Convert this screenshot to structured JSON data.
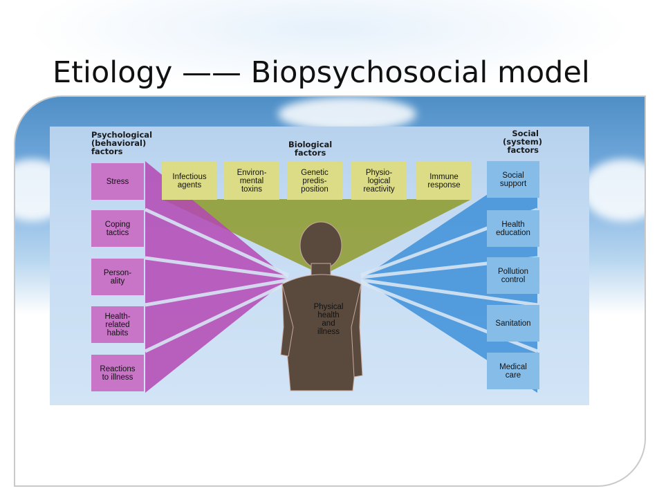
{
  "slide": {
    "title": "Etiology ——  Biopsychosocial model"
  },
  "diagram": {
    "psychological_header": "Psychological\n(behavioral)\nfactors",
    "biological_header": "Biological\nfactors",
    "social_header": "Social\n(system)\nfactors",
    "psychological": [
      "Stress",
      "Coping\ntactics",
      "Person-\nality",
      "Health-\nrelated\nhabits",
      "Reactions\nto illness"
    ],
    "biological": [
      "Infectious\nagents",
      "Environ-\nmental\ntoxins",
      "Genetic\npredis-\nposition",
      "Physio-\nlogical\nreactivity",
      "Immune\nresponse"
    ],
    "social": [
      "Social\nsupport",
      "Health\neducation",
      "Pollution\ncontrol",
      "Sanitation",
      "Medical\ncare"
    ],
    "center_label": "Physical\nhealth\nand\nillness"
  },
  "colors": {
    "psychological": "#c874c7",
    "biological": "#dcdc86",
    "social": "#86bde8",
    "figure": "#5a4a3e"
  }
}
